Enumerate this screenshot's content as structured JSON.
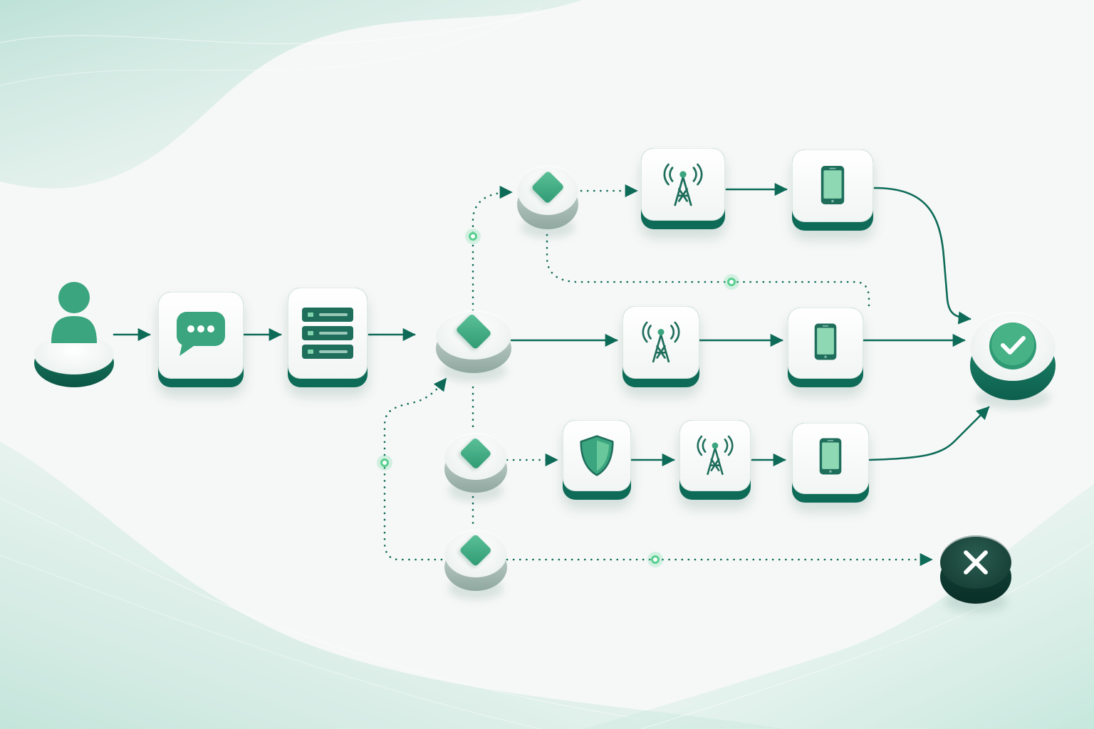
{
  "colors": {
    "primary": "#0d6b58",
    "accent": "#3aa57e",
    "light_accent": "#6fd1a3",
    "card_face": "#ffffff",
    "background": "#f6f8f7",
    "failure": "#0f3d34"
  },
  "nodes": [
    {
      "id": "user",
      "icon": "user-icon",
      "shape": "pedestal"
    },
    {
      "id": "message",
      "icon": "chat-bubble-icon",
      "shape": "card"
    },
    {
      "id": "server",
      "icon": "server-stack-icon",
      "shape": "card"
    },
    {
      "id": "router-main",
      "icon": "diamond-icon",
      "shape": "cylinder"
    },
    {
      "id": "router-top",
      "icon": "diamond-icon",
      "shape": "cylinder"
    },
    {
      "id": "router-lower",
      "icon": "diamond-icon",
      "shape": "cylinder"
    },
    {
      "id": "router-bottom",
      "icon": "diamond-icon",
      "shape": "cylinder"
    },
    {
      "id": "tower-top",
      "icon": "cell-tower-icon",
      "shape": "card"
    },
    {
      "id": "phone-top",
      "icon": "smartphone-icon",
      "shape": "card"
    },
    {
      "id": "tower-mid",
      "icon": "cell-tower-icon",
      "shape": "card"
    },
    {
      "id": "phone-mid",
      "icon": "smartphone-icon",
      "shape": "card"
    },
    {
      "id": "shield",
      "icon": "shield-icon",
      "shape": "card"
    },
    {
      "id": "tower-low",
      "icon": "cell-tower-icon",
      "shape": "card"
    },
    {
      "id": "phone-low",
      "icon": "smartphone-icon",
      "shape": "card"
    },
    {
      "id": "success",
      "icon": "checkmark-icon",
      "shape": "cylinder"
    },
    {
      "id": "failure",
      "icon": "close-icon",
      "shape": "cylinder"
    }
  ],
  "edges": [
    {
      "from": "user",
      "to": "message",
      "style": "solid"
    },
    {
      "from": "message",
      "to": "server",
      "style": "solid"
    },
    {
      "from": "server",
      "to": "router-main",
      "style": "solid"
    },
    {
      "from": "router-main",
      "to": "tower-mid",
      "style": "solid"
    },
    {
      "from": "tower-mid",
      "to": "phone-mid",
      "style": "solid"
    },
    {
      "from": "phone-mid",
      "to": "success",
      "style": "solid"
    },
    {
      "from": "router-main",
      "to": "router-top",
      "style": "dotted"
    },
    {
      "from": "router-top",
      "to": "tower-top",
      "style": "dotted"
    },
    {
      "from": "tower-top",
      "to": "phone-top",
      "style": "solid"
    },
    {
      "from": "phone-top",
      "to": "success",
      "style": "solid"
    },
    {
      "from": "router-top",
      "to": "phone-mid",
      "style": "dotted"
    },
    {
      "from": "router-main",
      "to": "router-lower",
      "style": "dotted"
    },
    {
      "from": "router-lower",
      "to": "shield",
      "style": "dotted"
    },
    {
      "from": "shield",
      "to": "tower-low",
      "style": "solid"
    },
    {
      "from": "tower-low",
      "to": "phone-low",
      "style": "solid"
    },
    {
      "from": "phone-low",
      "to": "success",
      "style": "solid"
    },
    {
      "from": "router-lower",
      "to": "router-bottom",
      "style": "dotted"
    },
    {
      "from": "router-bottom",
      "to": "router-main",
      "style": "dotted"
    },
    {
      "from": "router-bottom",
      "to": "failure",
      "style": "dotted"
    }
  ]
}
